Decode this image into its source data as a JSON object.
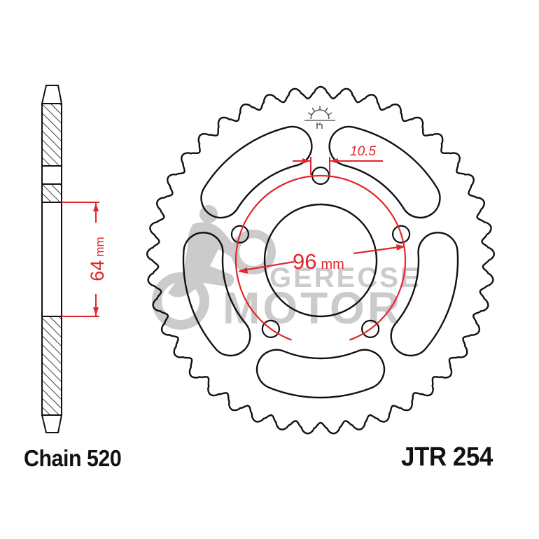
{
  "title": "Rear sprocket technical drawing",
  "labels": {
    "chain": "Chain 520",
    "part_number": "JTR 254"
  },
  "dimensions": {
    "pcd": {
      "value": "96",
      "unit": "mm"
    },
    "bolt_hole": {
      "value": "10.5"
    },
    "center_bore": {
      "value": "64",
      "unit": "mm"
    }
  },
  "watermark": {
    "line1": "GERECSE",
    "line2": "MOTOR"
  },
  "sprocket": {
    "teeth": 41,
    "bolt_holes": 5,
    "slots": 5
  },
  "colors": {
    "line": "#111111",
    "dimension": "#e0262b",
    "watermark": "#c9c9c9",
    "background": "#ffffff"
  }
}
